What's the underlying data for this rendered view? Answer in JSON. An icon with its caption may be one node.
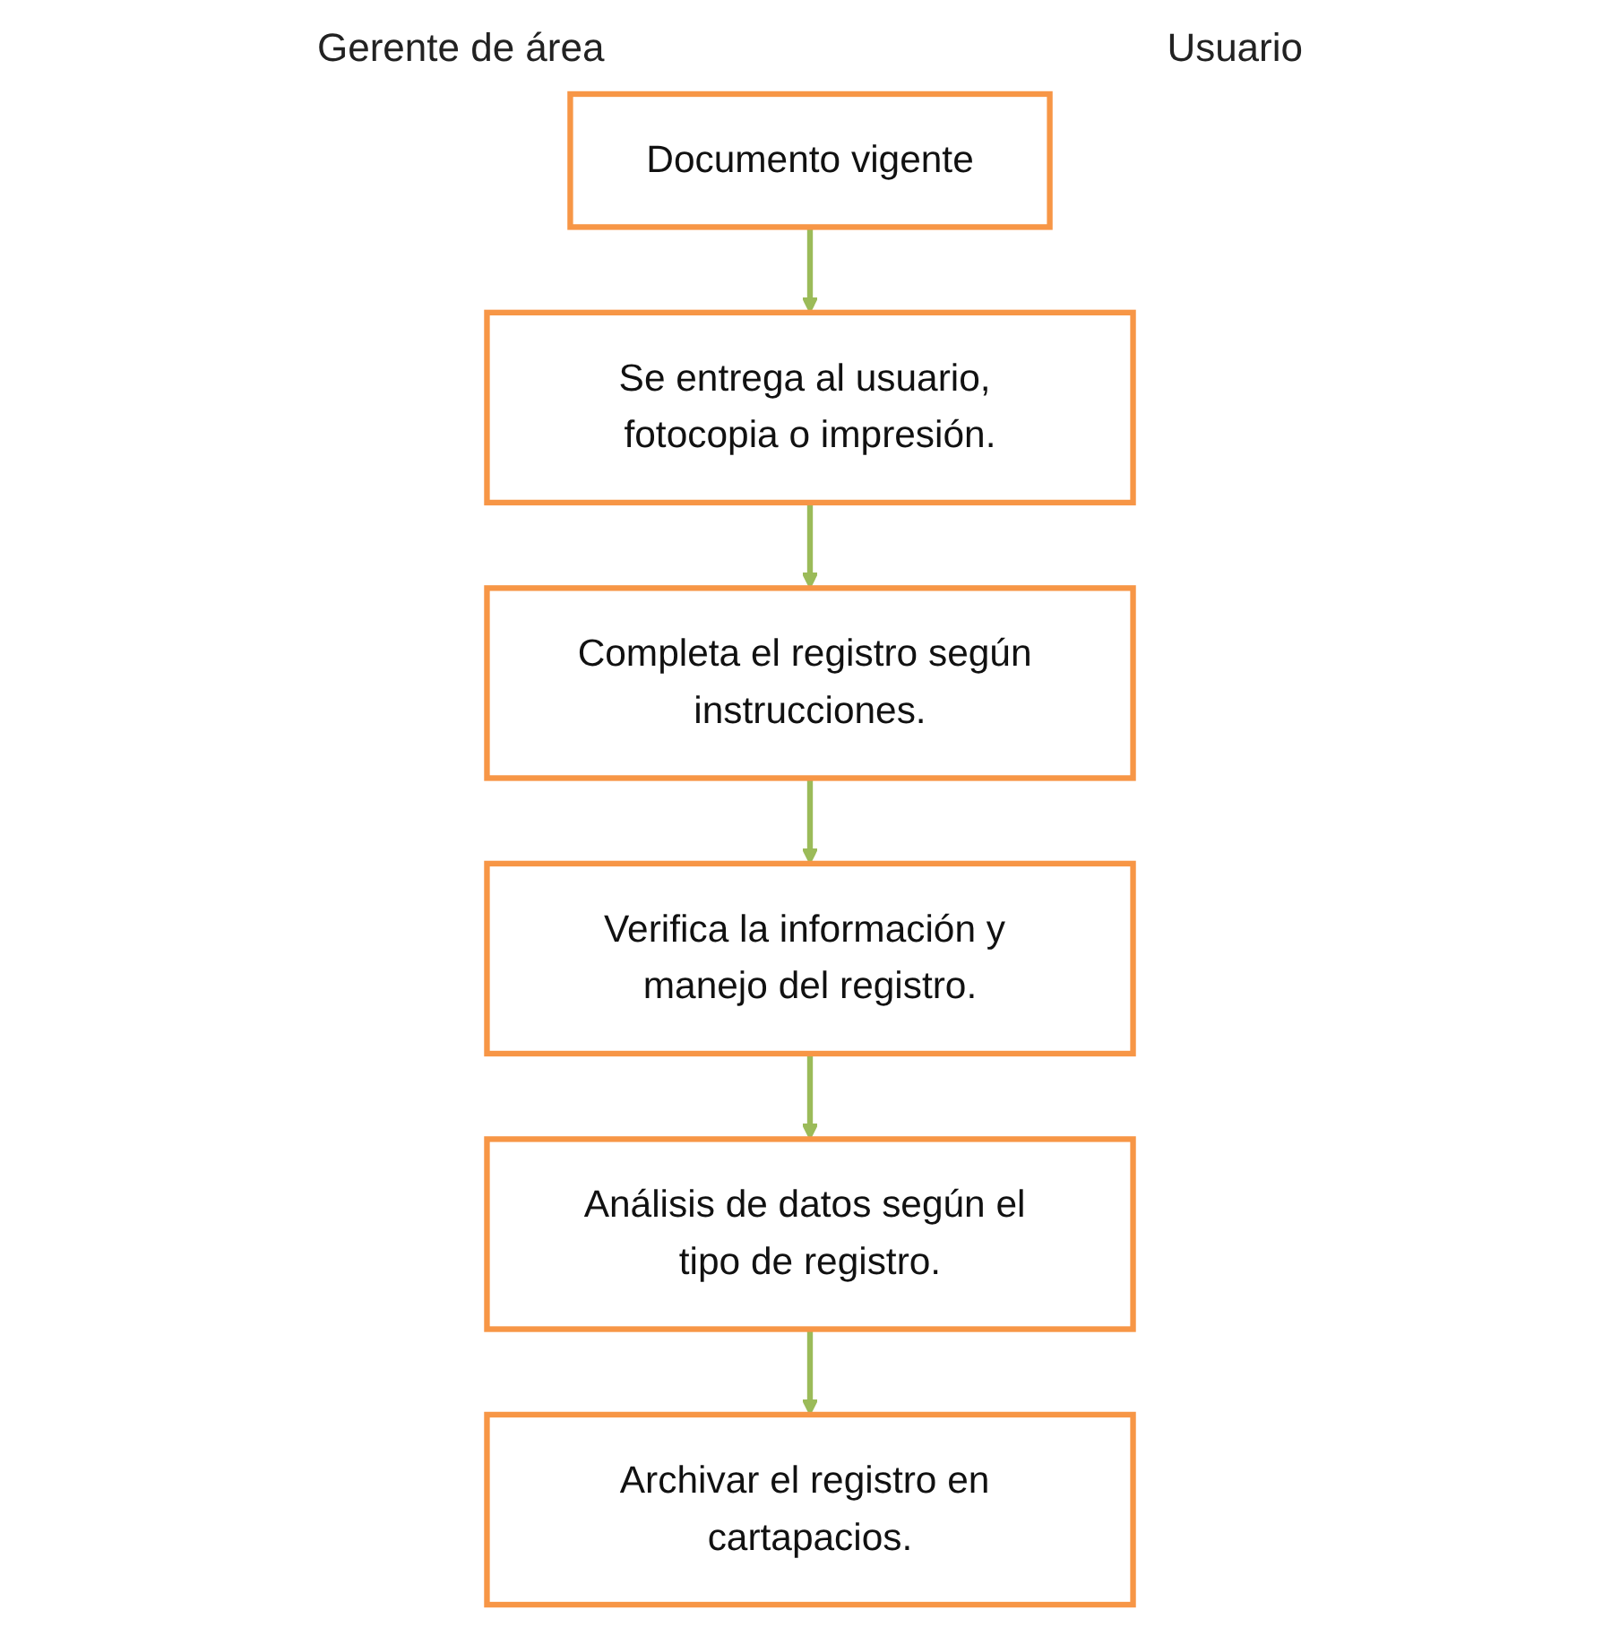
{
  "diagram": {
    "nodes": [
      {
        "text": [
          "Documento vigente"
        ]
      },
      {
        "text": [
          "Se entrega al usuario, fotocopia o impresión."
        ]
      },
      {
        "text": [
          "Completa el registro según instrucciones."
        ]
      },
      {
        "text": [
          "Verifica la información y manejo del registro."
        ]
      },
      {
        "text": [
          "Análisis de datos según el tipo de registro."
        ]
      },
      {
        "text": [
          "Archivar el registro en cartapacios."
        ]
      }
    ],
    "edges": [
      {
        "from": 0,
        "to": 1,
        "arrow": "to"
      },
      {
        "from": 1,
        "to": 2,
        "arrow": "to"
      },
      {
        "from": 2,
        "to": 3,
        "arrow": "to"
      },
      {
        "from": 3,
        "to": 4,
        "arrow": "to"
      },
      {
        "from": 4,
        "to": 5,
        "arrow": "to"
      }
    ],
    "labels": [
      "Gerente de área",
      "Usuario"
    ]
  }
}
